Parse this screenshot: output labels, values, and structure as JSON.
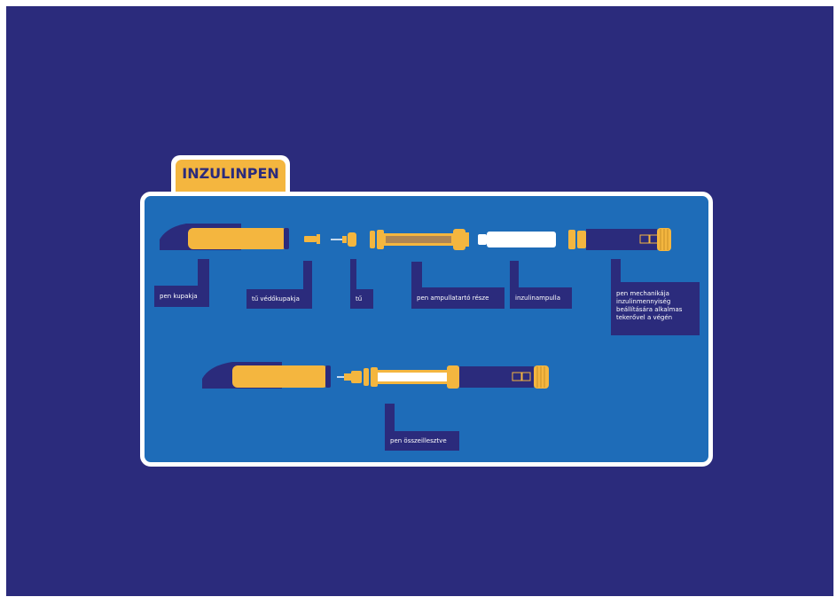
{
  "title": "INZULINPEN",
  "labels": {
    "cap": "pen kupakja",
    "needle_cap": "tű védőkupakja",
    "needle": "tű",
    "cartridge_holder": "pen ampullatartó része",
    "cartridge": "inzulinampulla",
    "mechanism": "pen mechanikája inzulinmennyiség beállítására alkalmas tekerővel a végén",
    "assembled": "pen összeillesztve"
  },
  "colors": {
    "background": "#2b2b7c",
    "panel": "#1e6cb8",
    "tab": "#f4b63f",
    "pen_orange": "#f4b63f",
    "pen_navy": "#2b2b7c"
  }
}
